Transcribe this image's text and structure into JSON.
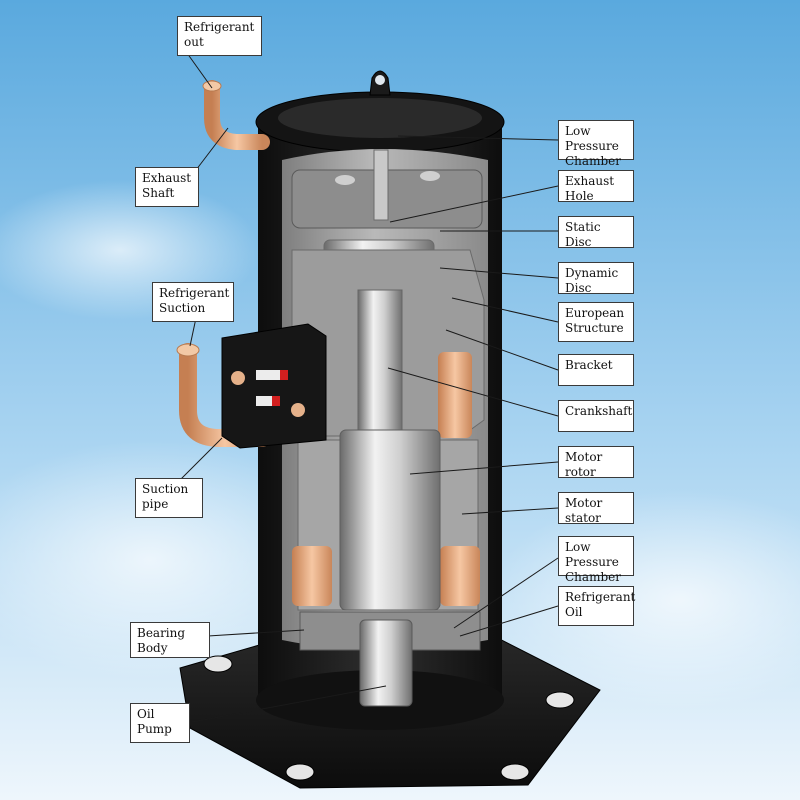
{
  "colors": {
    "background_top": "#5aa9de",
    "background_bottom": "#eef6fc",
    "shell": "#1b1b1b",
    "internal_metal": "#a9a9a9",
    "copper": "#e6a679",
    "leader": "#1a1a1a"
  },
  "labels": {
    "refrigerant_out": "Refrigerant\nout",
    "exhaust_shaft": "Exhaust\nShaft",
    "refrigerant_suction": "Refrigerant\nSuction",
    "suction_pipe": "Suction\npipe",
    "bearing_body": "Bearing Body",
    "oil_pump": "Oil Pump",
    "low_pressure_chamber_top": "Low Pressure\nChamber",
    "exhaust_hole": "Exhaust Hole",
    "static_disc": "Static Disc",
    "dynamic_disc": "Dynamic Disc",
    "european_structure": "European\nStructure",
    "bracket": "Bracket",
    "crankshaft": "Crankshaft",
    "motor_rotor": "Motor rotor",
    "motor_stator": "Motor stator",
    "low_pressure_chamber_bottom": "Low Pressure\nChamber",
    "refrigerant_oil": "Refrigerant\nOil"
  }
}
